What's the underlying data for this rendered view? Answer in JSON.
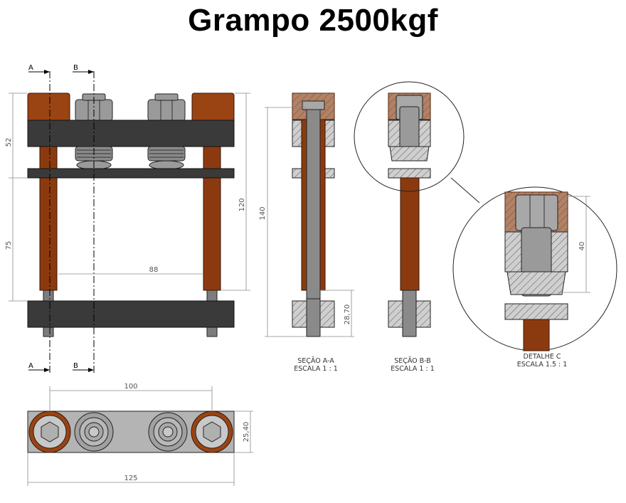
{
  "title": "Grampo 2500kgf",
  "section_markers": {
    "a": "A",
    "b": "B"
  },
  "dimensions": {
    "d52": "52",
    "d75": "75",
    "d88": "88",
    "d120": "120",
    "d140": "140",
    "d28_70": "28,70",
    "d40": "40",
    "d100": "100",
    "d125": "125",
    "d25_40": "25,40"
  },
  "captions": {
    "section_aa": {
      "name": "SEÇÃO A-A",
      "scale": "ESCALA 1 : 1"
    },
    "section_bb": {
      "name": "SEÇÃO B-B",
      "scale": "ESCALA 1 : 1"
    },
    "detail_c": {
      "name": "DETALHE C",
      "scale": "ESCALA 1.5 : 1"
    }
  },
  "colors": {
    "copper": "#9a4413",
    "dark_steel": "#3a3a3a",
    "nut_grey": "#9a9a9a",
    "plate_grey": "#b4b4b4"
  }
}
